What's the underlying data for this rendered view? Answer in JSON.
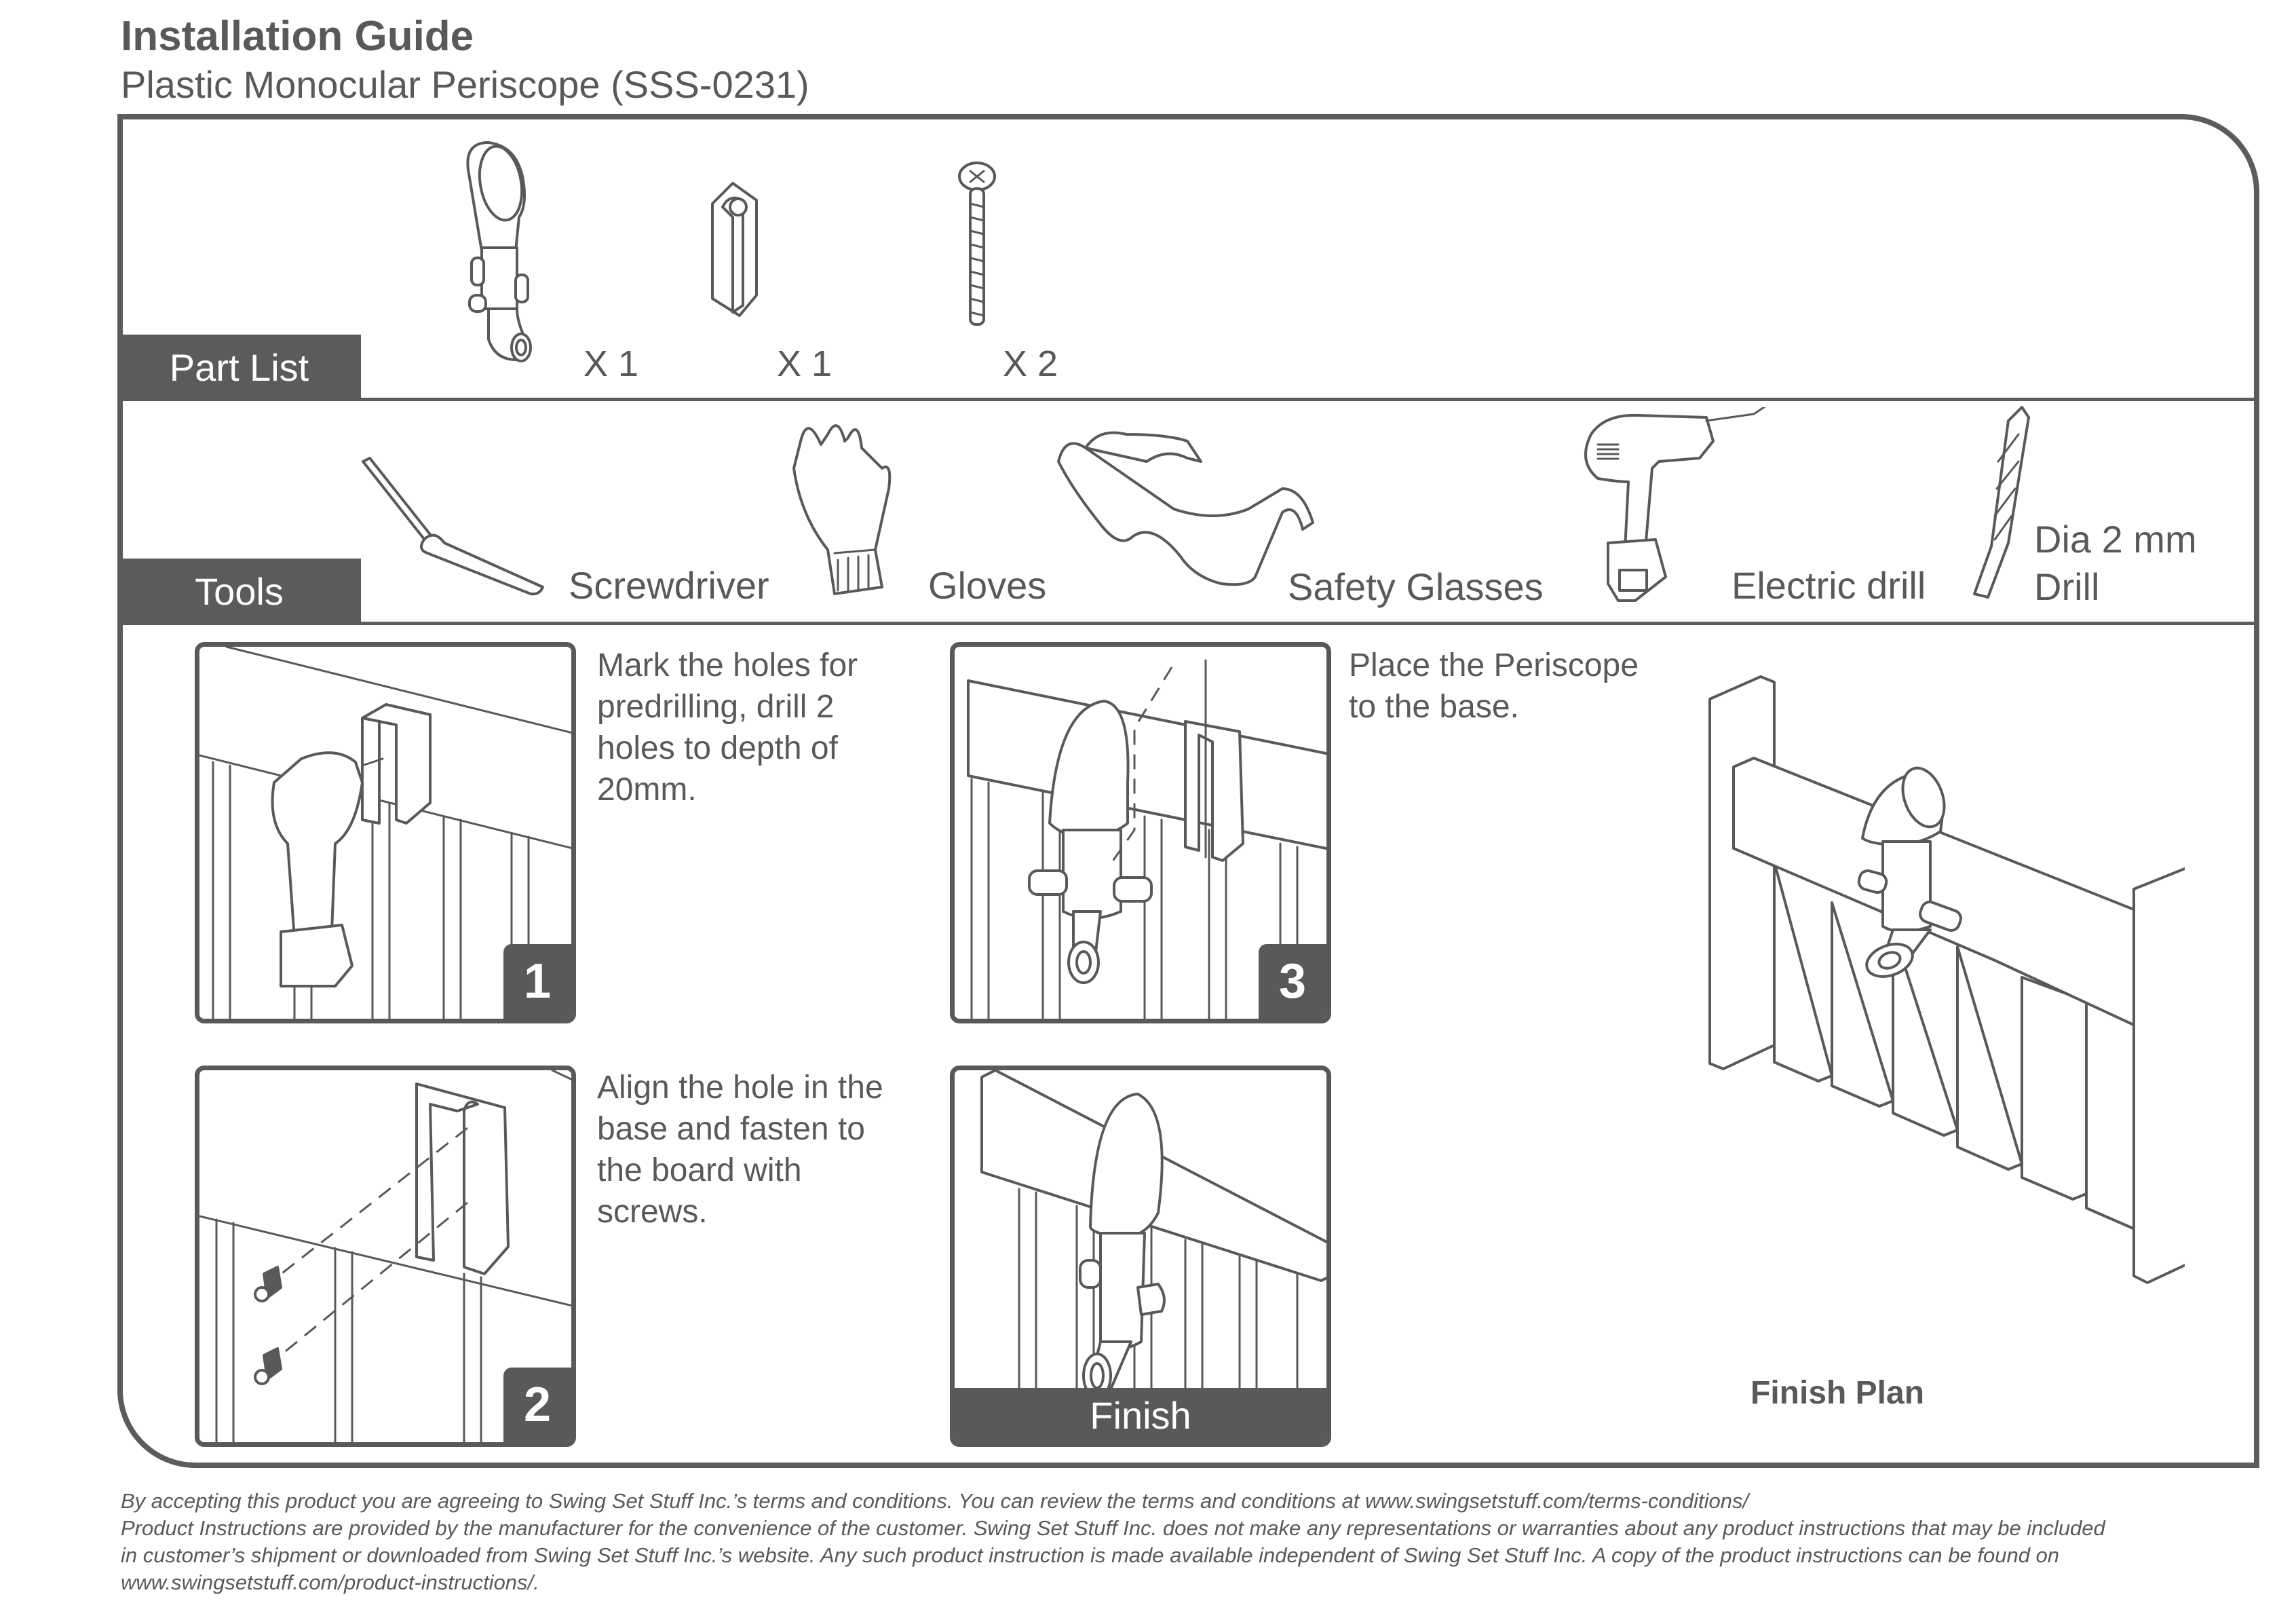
{
  "header": {
    "title": "Installation Guide",
    "subtitle": "Plastic Monocular Periscope (SSS-0231)"
  },
  "part_list": {
    "label": "Part List",
    "items": [
      {
        "name": "periscope",
        "icon": "periscope-icon",
        "quantity": "X 1"
      },
      {
        "name": "base",
        "icon": "base-bracket-icon",
        "quantity": "X 1"
      },
      {
        "name": "screw",
        "icon": "screw-icon",
        "quantity": "X 2"
      }
    ]
  },
  "tools": {
    "label": "Tools",
    "items": [
      {
        "name": "Screwdriver",
        "icon": "screwdriver-icon"
      },
      {
        "name": "Gloves",
        "icon": "gloves-icon"
      },
      {
        "name": "Safety Glasses",
        "icon": "safety-glasses-icon"
      },
      {
        "name": "Electric drill",
        "icon": "electric-drill-icon"
      },
      {
        "name_line1": "Dia 2 mm",
        "name_line2": "Drill",
        "icon": "drill-bit-icon"
      }
    ]
  },
  "steps": [
    {
      "number": "1",
      "text": "Mark the holes for\npredrilling, drill 2\nholes to depth of\n20mm."
    },
    {
      "number": "2",
      "text": "Align the hole in the\nbase and fasten to\nthe board with\nscrews."
    },
    {
      "number": "3",
      "text": "Place the Periscope\nto the base."
    },
    {
      "number": "Finish",
      "text": ""
    }
  ],
  "finish_plan": {
    "label": "Finish Plan"
  },
  "footer": {
    "lines": [
      "By accepting this product you are agreeing to Swing Set Stuff Inc.’s terms and conditions. You can review the terms and conditions at www.swingsetstuff.com/terms-conditions/",
      "Product Instructions are provided by the manufacturer for the convenience of the customer. Swing Set Stuff Inc. does not make any representations or warranties about any product instructions that may be included",
      "in customer’s shipment or downloaded from Swing Set Stuff Inc.’s website. Any such product instruction is made available independent of Swing Set Stuff Inc.  A copy of the product instructions can be found on",
      "www.swingsetstuff.com/product-instructions/."
    ]
  },
  "colors": {
    "primary": "#58595b",
    "label_text": "#ffffff",
    "background": "#ffffff"
  }
}
